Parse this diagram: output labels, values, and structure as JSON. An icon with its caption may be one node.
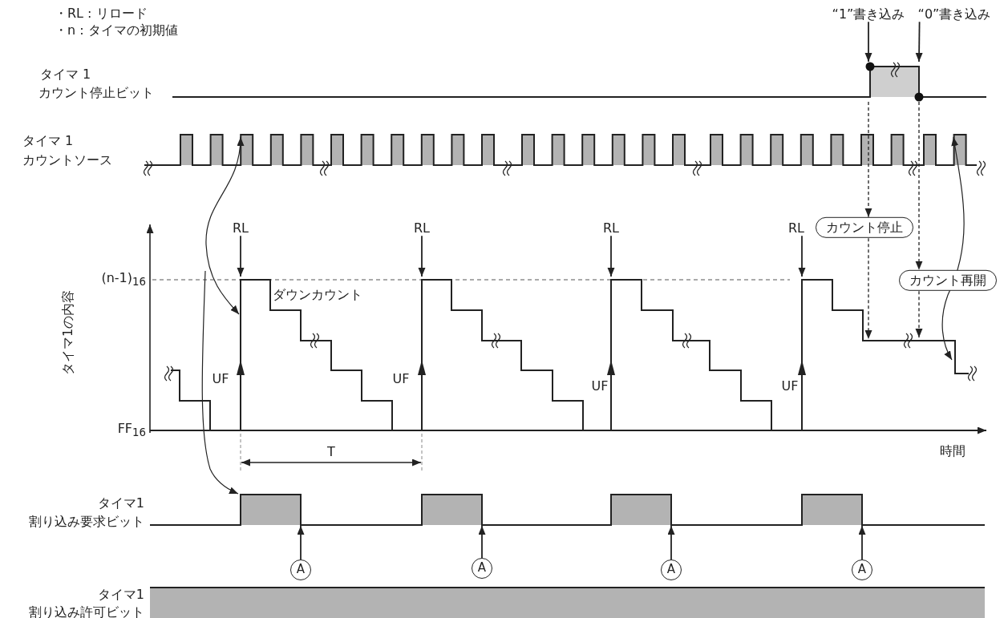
{
  "diagram": {
    "nodes": [
      {
        "text": [
          "“1”書き込み"
        ]
      },
      {
        "text": [
          "“0”書き込み"
        ]
      },
      {
        "text": [
          "カウント停止"
        ]
      },
      {
        "text": [
          "カウント再開"
        ]
      },
      {
        "text": [
          "RL"
        ]
      },
      {
        "text": [
          "RL"
        ]
      },
      {
        "text": [
          "RL"
        ]
      },
      {
        "text": [
          "RL"
        ]
      },
      {
        "text": [
          "A"
        ]
      },
      {
        "text": [
          "A"
        ]
      },
      {
        "text": [
          "A"
        ]
      },
      {
        "text": [
          "A"
        ]
      },
      {
        "text": [],
        "shape": "waveform"
      },
      {
        "text": [],
        "shape": "waveform"
      }
    ],
    "edges": [
      {
        "from": 0,
        "to": 12,
        "arrow": "to"
      },
      {
        "from": 1,
        "to": 12,
        "arrow": "to"
      },
      {
        "from": 12,
        "to": 2,
        "arrow": "to",
        "style": "dashed"
      },
      {
        "from": 2,
        "to": null,
        "arrow": "to",
        "style": "dashed"
      },
      {
        "from": 12,
        "to": 3,
        "arrow": "to",
        "style": "dashed"
      },
      {
        "from": 3,
        "to": null,
        "arrow": "to",
        "style": "dashed"
      },
      {
        "from": 4,
        "to": null,
        "arrow": "to"
      },
      {
        "from": 5,
        "to": null,
        "arrow": "to"
      },
      {
        "from": 6,
        "to": null,
        "arrow": "to"
      },
      {
        "from": 7,
        "to": null,
        "arrow": "to"
      },
      {
        "from": 8,
        "to": 13,
        "arrow": "to"
      },
      {
        "from": 9,
        "to": 13,
        "arrow": "to"
      },
      {
        "from": 10,
        "to": 13,
        "arrow": "to"
      },
      {
        "from": 11,
        "to": 13,
        "arrow": "to"
      },
      {
        "from": null,
        "to": 13,
        "arrow": "to"
      }
    ],
    "labels": [
      "・RL : リロード",
      "・n : タイマの初期値",
      "タイマ 1",
      "カウント停止ビット",
      "タイマ 1",
      "カウントソース",
      "(n-1)$_{16}$",
      "ダウンカウント",
      "タイマ1の内容",
      "UF",
      "UF",
      "UF",
      "UF",
      "FF$_{16}$",
      "T",
      "時間",
      "タイマ1",
      "割り込み要求ビット",
      "タイマ1",
      "割り込み許可ビット"
    ]
  }
}
